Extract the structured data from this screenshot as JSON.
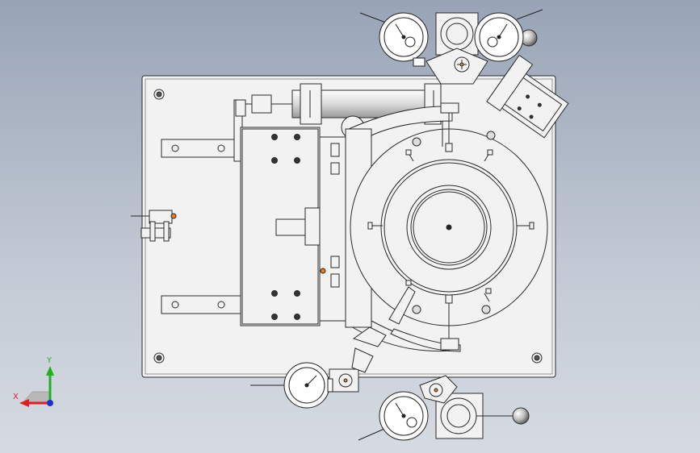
{
  "viewport": {
    "background_top": "#98a4b6",
    "background_bottom": "#d6dbe2"
  },
  "triad": {
    "x_label": "X",
    "y_label": "Y",
    "x_color": "#e02020",
    "y_color": "#20b020",
    "z_color": "#2030d0"
  },
  "gauges": [
    {
      "name": "dial-gauge-top-left"
    },
    {
      "name": "dial-gauge-top-right"
    },
    {
      "name": "dial-gauge-bottom-left"
    },
    {
      "name": "dial-gauge-bottom-center"
    }
  ],
  "model_colors": {
    "plate": "#f2f2f2",
    "edge": "#2a2a2a",
    "accent": "#e87d22"
  }
}
